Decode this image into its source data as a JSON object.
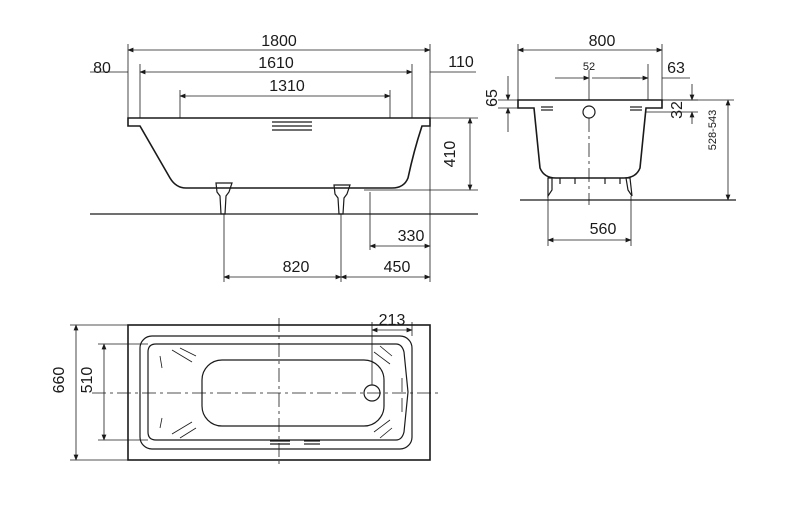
{
  "side_view": {
    "overall_length": "1800",
    "inner_length": "1610",
    "bottom_length": "1310",
    "left_offset": "80",
    "right_offset": "110",
    "height": "410",
    "leg_offset": "330",
    "leg_spacing": "820",
    "leg_to_end": "450"
  },
  "end_view": {
    "width": "800",
    "drain_offset": "52",
    "rim_overhang": "63",
    "rim_height": "65",
    "rim_thickness": "32",
    "height_range": "528-543",
    "foot_span": "560"
  },
  "top_view": {
    "overall_width": "660",
    "inner_width": "510",
    "drain_distance": "213"
  }
}
